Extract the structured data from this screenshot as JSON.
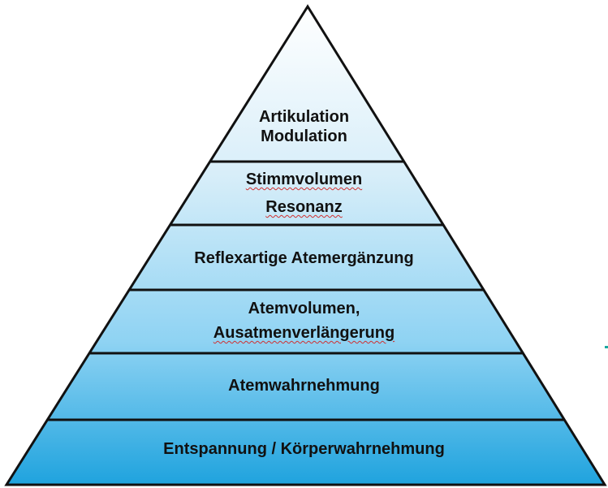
{
  "title": "Pyramid of voice training levels",
  "levels": [
    {
      "lines": [
        "Artikulation",
        "Modulation"
      ]
    },
    {
      "lines": [
        "Stimmvolumen",
        "Resonanz"
      ]
    },
    {
      "lines": [
        "Reflexartige Atemergänzung"
      ]
    },
    {
      "lines": [
        "Atemvolumen,",
        "Ausatmenverlängerung"
      ]
    },
    {
      "lines": [
        "Atemwahrnehmung"
      ]
    },
    {
      "lines": [
        "Entspannung / Körperwahrnehmung"
      ]
    }
  ],
  "colors": {
    "top": "#ffffff",
    "bottom": "#1fa3de",
    "outline": "#111111"
  }
}
